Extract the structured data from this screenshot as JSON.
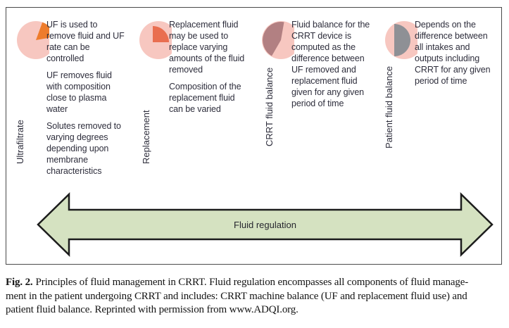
{
  "figure": {
    "columns": [
      {
        "label": "Ultrafiltrate",
        "icon": "pie-small-wedge",
        "paragraphs": [
          "UF is used to\nremove fluid and UF\nrate can be\ncontrolled",
          "UF removes fluid\nwith composition\nclose to plasma\nwater",
          "Solutes removed to\nvarying degrees\ndepending upon\nmembrane\ncharacteristics"
        ]
      },
      {
        "label": "Replacement",
        "icon": "pie-quarter-wedge",
        "paragraphs": [
          "Replacement fluid\nmay be used to\nreplace varying\namounts of the fluid\nremoved",
          "Composition of the\nreplacement fluid\ncan be varied"
        ]
      },
      {
        "label": "CRRT fluid balance",
        "icon": "pie-large-wedge",
        "paragraphs": [
          "Fluid balance for the\nCRRT device is\ncomputed as the\ndifference between\nUF removed and\nreplacement fluid\ngiven for any given\nperiod of time"
        ]
      },
      {
        "label": "Patient fluid balance",
        "icon": "pie-half-wedge",
        "paragraphs": [
          "Depends on the\ndifference between\nall intakes and\noutputs including\nCRRT for any given\nperiod of time"
        ]
      }
    ],
    "arrow_label": "Fluid regulation",
    "colors": {
      "pie_base_pink": "#f7c7c0",
      "wedge_orange": "#ee7c2c",
      "wedge_salmon": "#e96e50",
      "wedge_mauve": "#b28082",
      "wedge_gray": "#8e9095",
      "arrow_green": "#d5e2c1",
      "arrow_border": "#1c1c1c",
      "box_border": "#4a4a4a",
      "diagram_text": "#2e2e3c"
    }
  },
  "caption": {
    "tag": "Fig. 2.",
    "line1_rest": "Principles of fluid management in CRRT. Fluid regulation encompasses all components of fluid manage-",
    "line2": "ment in the patient undergoing CRRT and includes: CRRT machine balance (UF and replacement fluid use) and",
    "line3": "patient fluid balance. Reprinted with permission from www.ADQI.org."
  }
}
